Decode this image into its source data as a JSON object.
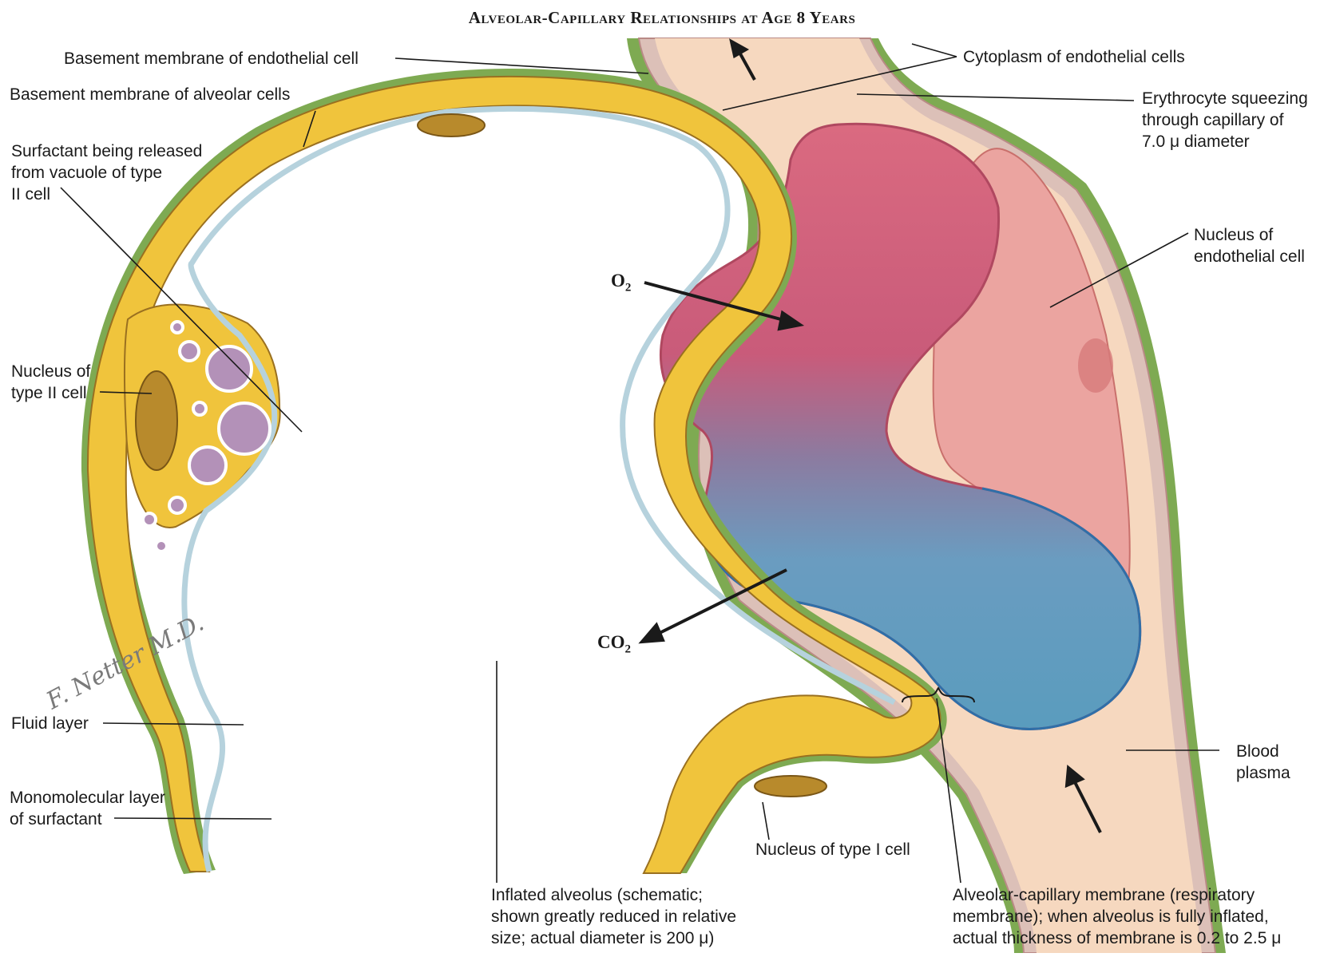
{
  "title": "Alveolar-Capillary Relationships at Age 8 Years",
  "labels": {
    "basement_endothelial": "Basement membrane of endothelial cell",
    "basement_alveolar": "Basement membrane of alveolar cells",
    "surfactant_released": "Surfactant being released\nfrom vacuole of type\nII cell",
    "nucleus_type2": "Nucleus of\ntype II cell",
    "fluid_layer": "Fluid layer",
    "monomolecular": "Monomolecular layer\nof surfactant",
    "cytoplasm": "Cytoplasm of endothelial cells",
    "erythrocyte": "Erythrocyte squeezing\nthrough capillary of\n7.0 μ diameter",
    "nucleus_endothelial": "Nucleus of\nendothelial cell",
    "blood_plasma": "Blood\nplasma",
    "nucleus_type1": "Nucleus of type I cell",
    "inflated_alveolus": "Inflated alveolus (schematic;\nshown greatly reduced in relative\nsize; actual diameter is 200 μ)",
    "membrane": "Alveolar-capillary membrane (respiratory\nmembrane); when alveolus is fully inflated,\nactual thickness of membrane is 0.2 to 2.5 μ"
  },
  "gases": {
    "o2": "O",
    "o2_sub": "2",
    "co2": "CO",
    "co2_sub": "2"
  },
  "signature": "F. Netter M.D.",
  "colors": {
    "epithelium": "#f0c43c",
    "epithelium_edge": "#9a7020",
    "outer_membrane": "#7eaa52",
    "surfactant": "#b6d2dd",
    "plasma": "#f6d8bf",
    "endothelium": "#dcc0b8",
    "erythrocyte_top": "#d9667c",
    "erythrocyte_bottom": "#5d9dbf",
    "endothelial_nucleus": "#eba4a0",
    "vacuole": "#b391b8"
  }
}
